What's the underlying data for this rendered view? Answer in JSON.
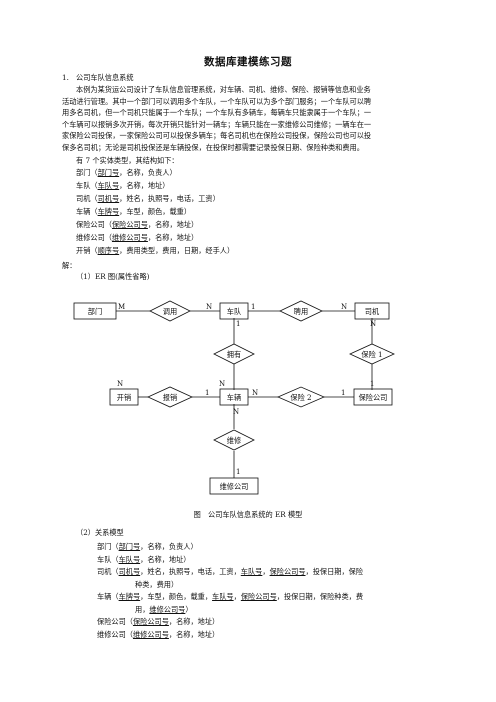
{
  "doc": {
    "title": "数据库建模练习题",
    "section1": "1.　公司车队信息系统",
    "para_lines": [
      "本例为某货运公司设计了车队信息管理系统，对车辆、司机、维修、保险、报销等信息和业务",
      "活动进行管理。其中一个部门可以调用多个车队，一个车队可以为多个部门服务；一个车队可以聘",
      "用多名司机，但一个司机只能属于一个车队；一个车队有多辆车，每辆车只能隶属于一个车队；一",
      "个车辆可以报销多次开销，每次开销只能针对一辆车；车辆只能在一家维修公司维修；一辆车在一",
      "家保险公司投保，一家保险公司可以投保多辆车；每名司机也在保险公司投保，保险公司也可以投",
      "保多名司机；无论是司机投保还是车辆投保，在投保时都需要记录投保日期、保险种类和费用。"
    ],
    "entities_intro": "有 7 个实体类型，其结构如下：",
    "entities": [
      {
        "pre": "部门（",
        "key": "部门号",
        "rest": "，名称，负责人）"
      },
      {
        "pre": "车队（",
        "key": "车队号",
        "rest": "，名称，地址）"
      },
      {
        "pre": "司机（",
        "key": "司机号",
        "rest": "，姓名，执照号，电话，工资）"
      },
      {
        "pre": "车辆（",
        "key": "车牌号",
        "rest": "，车型，颜色，载重）"
      },
      {
        "pre": "保险公司（",
        "key": "保险公司号",
        "rest": "，名称，地址）"
      },
      {
        "pre": "维修公司（",
        "key": "维修公司号",
        "rest": "，名称，地址）"
      },
      {
        "pre": "开销（",
        "key": "顺序号",
        "rest": "，费用类型，费用，日期，经手人）"
      }
    ],
    "solution_label": "解：",
    "er_label": "（1）ER 图(属性省略)",
    "caption": "图　公司车队信息系统的 ER 模型",
    "rel_label": "（2）关系模型"
  },
  "er": {
    "entities": {
      "dept": "部门",
      "team": "车队",
      "driver": "司机",
      "expense": "开销",
      "vehicle": "车辆",
      "insco": "保险公司",
      "repco": "维修公司"
    },
    "relationships": {
      "dispatch": "调用",
      "hire": "聘用",
      "own": "拥有",
      "ins1": "保险 1",
      "reimb": "报销",
      "ins2": "保险 2",
      "repair": "维修"
    },
    "cardinalities": {
      "dept_dispatch": "M",
      "team_dispatch": "N",
      "team_hire": "1",
      "driver_hire": "N",
      "driver_ins1": "N",
      "insco_ins1": "1",
      "team_own": "1",
      "vehicle_own": "N",
      "expense_reimb": "N",
      "vehicle_reimb": "1",
      "vehicle_ins2": "N",
      "insco_ins2": "1",
      "vehicle_repair": "N",
      "repco_repair": "1"
    }
  },
  "relations": [
    {
      "lines": [
        [
          [
            "部门（",
            0
          ],
          [
            "部门号",
            1
          ],
          [
            "，名称，负责人）",
            0
          ]
        ]
      ]
    },
    {
      "lines": [
        [
          [
            "车队（",
            0
          ],
          [
            "车队号",
            1
          ],
          [
            "，名称，地址）",
            0
          ]
        ]
      ]
    },
    {
      "lines": [
        [
          [
            "司机（",
            0
          ],
          [
            "司机号",
            1
          ],
          [
            "，姓名，执照号，电话，工资，",
            0
          ],
          [
            "车队号",
            1
          ],
          [
            "，",
            0
          ],
          [
            "保险公司号",
            1
          ],
          [
            "，投保日期，保险",
            0
          ]
        ],
        [
          [
            "种类，费用）",
            0
          ]
        ]
      ]
    },
    {
      "lines": [
        [
          [
            "车辆（",
            0
          ],
          [
            "车牌号",
            1
          ],
          [
            "，车型，颜色，载重，",
            0
          ],
          [
            "车队号",
            1
          ],
          [
            "，",
            0
          ],
          [
            "保险公司号",
            1
          ],
          [
            "，投保日期，保险种类，费",
            0
          ]
        ],
        [
          [
            "用，",
            0
          ],
          [
            "维修公司号",
            1
          ],
          [
            "）",
            0
          ]
        ]
      ]
    },
    {
      "lines": [
        [
          [
            "保险公司（",
            0
          ],
          [
            "保险公司号",
            1
          ],
          [
            "，名称，地址）",
            0
          ]
        ]
      ]
    },
    {
      "lines": [
        [
          [
            "维修公司（",
            0
          ],
          [
            "维修公司号",
            1
          ],
          [
            "，名称，地址）",
            0
          ]
        ]
      ]
    }
  ]
}
